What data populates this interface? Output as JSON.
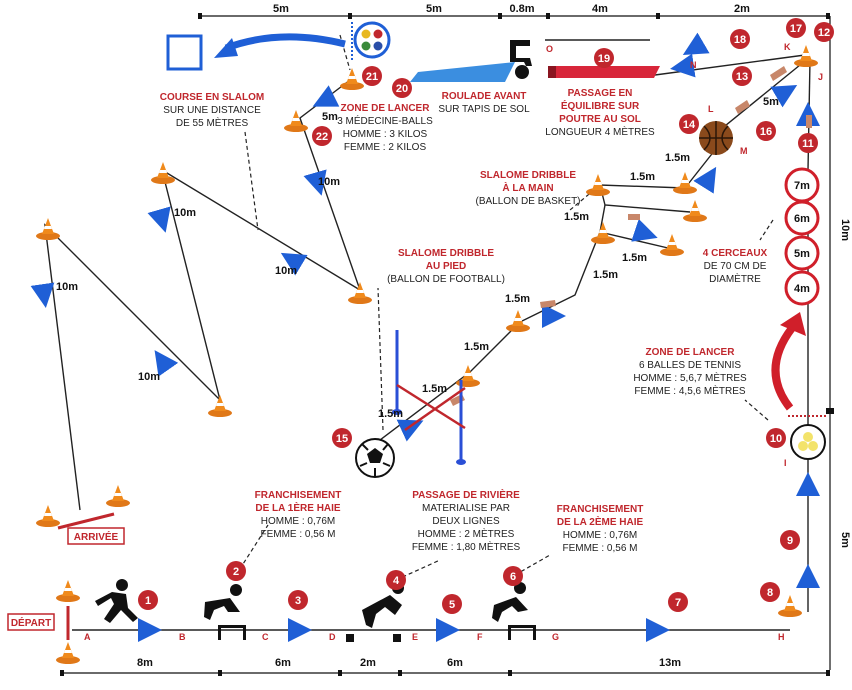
{
  "colors": {
    "accent_red": "#c0272d",
    "arrow_blue": "#1f5fd6",
    "arrow_brown": "#c8876a",
    "cone_orange": "#f08a1c",
    "ink": "#111111"
  },
  "top_dimensions": [
    "5m",
    "5m",
    "0.8m",
    "4m",
    "2m"
  ],
  "bottom_dimensions": [
    "8m",
    "6m",
    "2m",
    "6m",
    "13m"
  ],
  "right_dimensions": [
    "10m",
    "5m"
  ],
  "stations": {
    "depart": "DÉPART",
    "arrivee": "ARRIVÉE",
    "slalom": {
      "title": "COURSE EN SLALOM",
      "l1": "SUR UNE DISTANCE",
      "l2": "DE 55 MÈTRES"
    },
    "lancer_ball": {
      "title": "ZONE DE LANCER",
      "l1": "3 MÉDECINE-BALLS",
      "l2": "HOMME : 3 KILOS",
      "l3": "FEMME : 2 KILOS"
    },
    "roulade": {
      "title": "ROULADE AVANT",
      "l1": "SUR TAPIS DE SOL"
    },
    "poutre": {
      "t1": "PASSAGE EN",
      "t2": "ÉQUILIBRE SUR",
      "t3": "POUTRE AU SOL",
      "l1": "LONGUEUR 4 MÈTRES"
    },
    "dribble_main": {
      "t1": "SLALOME DRIBBLE",
      "t2": "À LA MAIN",
      "l1": "(BALLON DE BASKET)"
    },
    "dribble_pied": {
      "t1": "SLALOME DRIBBLE",
      "t2": "AU PIED",
      "l1": "(BALLON DE FOOTBALL)"
    },
    "cerceaux": {
      "title": "4 CERCEAUX",
      "l1": "DE 70 CM DE",
      "l2": "DIAMÈTRE",
      "rings": [
        "7m",
        "6m",
        "5m",
        "4m"
      ]
    },
    "lancer_tennis": {
      "title": "ZONE DE LANCER",
      "l1": "6 BALLES DE TENNIS",
      "l2": "HOMME : 5,6,7 MÈTRES",
      "l3": "FEMME : 4,5,6 MÈTRES"
    },
    "haie1": {
      "t1": "FRANCHISEMENT",
      "t2": "DE LA 1ÈRE HAIE",
      "l1": "HOMME : 0,76M",
      "l2": "FEMME : 0,56 M"
    },
    "riviere": {
      "title": "PASSAGE DE RIVIÈRE",
      "l1": "MATERIALISE PAR",
      "l2": "DEUX LIGNES",
      "l3": "HOMME : 2 MÈTRES",
      "l4": "FEMME : 1,80 MÈTRES"
    },
    "haie2": {
      "t1": "FRANCHISEMENT",
      "t2": "DE LA 2ÈME HAIE",
      "l1": "HOMME : 0,76M",
      "l2": "FEMME : 0,56 M"
    }
  },
  "point_letters": [
    "A",
    "B",
    "C",
    "D",
    "E",
    "F",
    "G",
    "H",
    "I",
    "J",
    "K",
    "L",
    "M",
    "N",
    "O"
  ],
  "step_numbers": [
    "1",
    "2",
    "3",
    "4",
    "5",
    "6",
    "7",
    "8",
    "9",
    "10",
    "11",
    "12",
    "13",
    "14",
    "15",
    "16",
    "17",
    "18",
    "19",
    "20",
    "21",
    "22"
  ],
  "distances": {
    "slalom_10m": "10m",
    "slalom_5m": "5m",
    "dribble_1_5m": "1.5m",
    "jk_5m": "5m"
  }
}
